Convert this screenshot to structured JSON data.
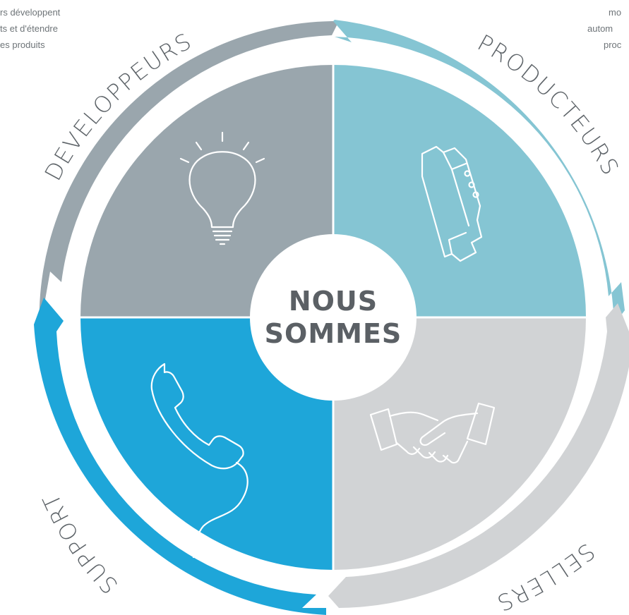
{
  "colors": {
    "developpeurs": "#9aa6ad",
    "producteurs": "#85c5d3",
    "sellers": "#d1d3d5",
    "support": "#1ea6d9",
    "label": "#5d6368",
    "center_text": "#5b6065"
  },
  "left_text": {
    "lines": [
      "rs développent",
      "ts et d'étendre",
      "es produits"
    ]
  },
  "right_text": {
    "lines": [
      "mo",
      "autom",
      "proc"
    ]
  },
  "ring_labels": {
    "developpeurs": "DEVELOPPEURS",
    "producteurs": "PRODUCTEURS",
    "sellers": "SELLERS",
    "support": "SUPPORT"
  },
  "center": {
    "line1": "NOUS",
    "line2": "SOMMES"
  },
  "icons": {
    "top_left": "light-bulb-icon",
    "top_right": "din-rail-module-icon",
    "bottom_left": "telephone-handset-icon",
    "bottom_right": "handshake-icon"
  }
}
